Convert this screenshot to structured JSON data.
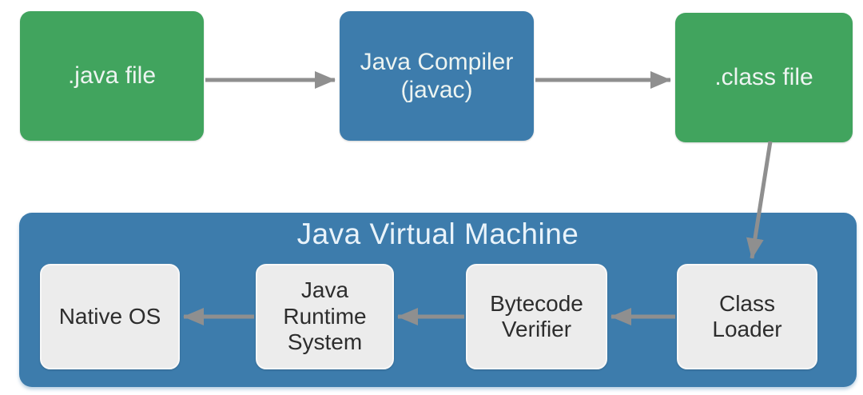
{
  "colors": {
    "green": "#41a45e",
    "blue": "#3d7cac",
    "box_gray": "#ececec",
    "arrow": "#8f8f8f",
    "label_light": "#edf4f1",
    "label_dark": "#2d2d2d",
    "background": "#ffffff"
  },
  "diagram": {
    "jvm_title": "Java Virtual Machine",
    "nodes": {
      "java_file": {
        "lines": [
          ".java file"
        ]
      },
      "compiler": {
        "lines": [
          "Java Compiler",
          "(javac)"
        ]
      },
      "class_file": {
        "lines": [
          ".class file"
        ]
      },
      "class_loader": {
        "lines": [
          "Class",
          "Loader"
        ]
      },
      "bytecode_verifier": {
        "lines": [
          "Bytecode",
          "Verifier"
        ]
      },
      "runtime_system": {
        "lines": [
          "Java",
          "Runtime",
          "System"
        ]
      },
      "native_os": {
        "lines": [
          "Native OS"
        ]
      }
    },
    "edges": [
      {
        "from": "java_file",
        "to": "compiler"
      },
      {
        "from": "compiler",
        "to": "class_file"
      },
      {
        "from": "class_file",
        "to": "class_loader"
      },
      {
        "from": "class_loader",
        "to": "bytecode_verifier"
      },
      {
        "from": "bytecode_verifier",
        "to": "runtime_system"
      },
      {
        "from": "runtime_system",
        "to": "native_os"
      }
    ]
  }
}
